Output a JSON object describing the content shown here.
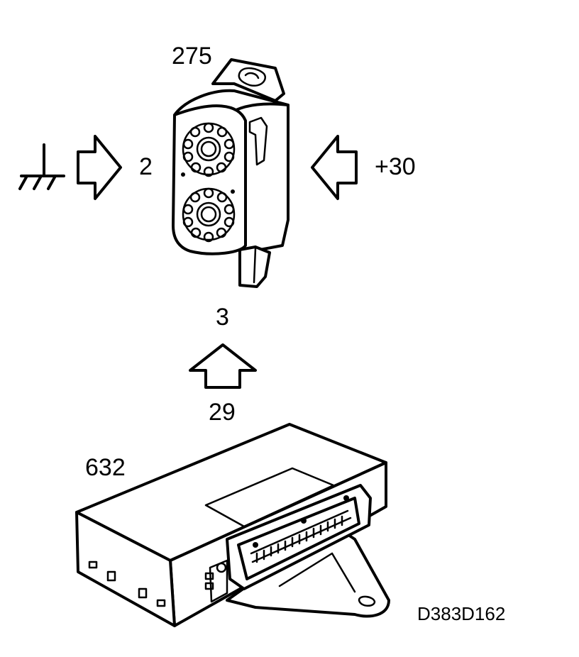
{
  "labels": {
    "siren": "275",
    "ground_pin": "2",
    "power_pin": "+30",
    "signal_pin": "3",
    "module_pin": "29",
    "module": "632",
    "figure_code": "D383D162"
  },
  "icons": {
    "ground": "ground-symbol-icon",
    "arrow_right": "hollow-arrow-right-icon",
    "arrow_left": "hollow-arrow-left-icon",
    "arrow_up": "hollow-arrow-up-icon"
  }
}
